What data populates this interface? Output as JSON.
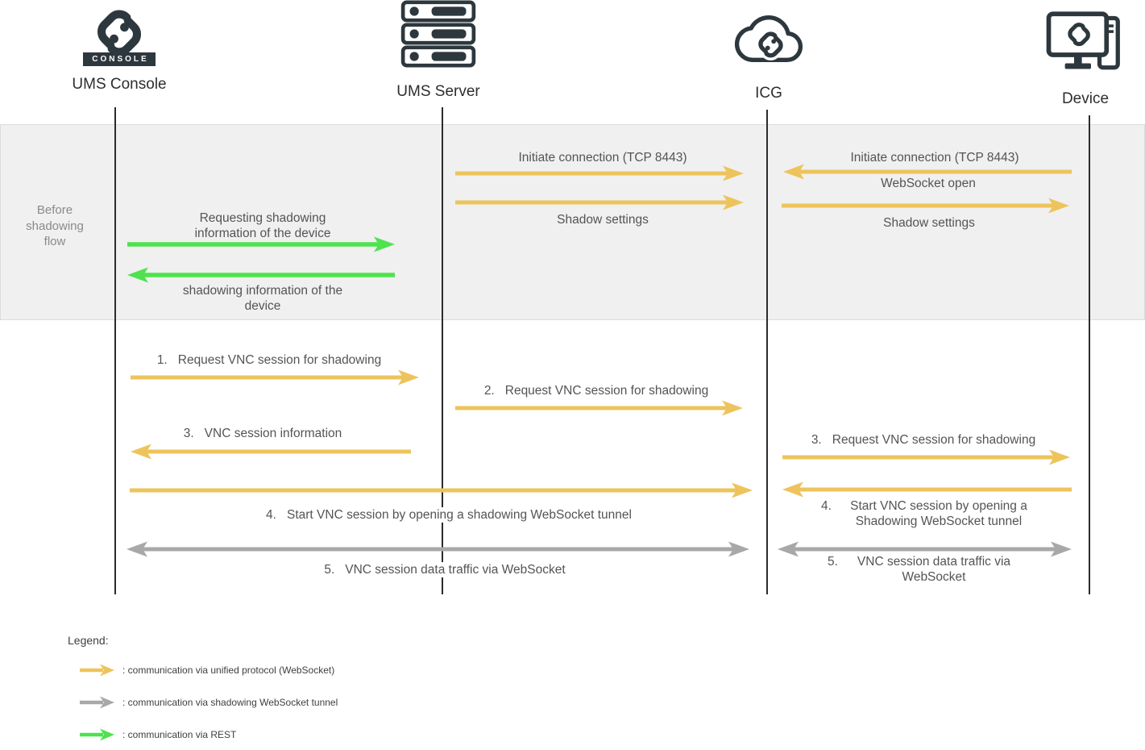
{
  "actors": [
    {
      "label": "UMS Console",
      "badge": "CONSOLE",
      "icon": "igel-chain-console-icon"
    },
    {
      "label": "UMS Server",
      "icon": "server-rack-icon"
    },
    {
      "label": "ICG",
      "icon": "cloud-chain-icon"
    },
    {
      "label": "Device",
      "icon": "desktop-device-icon"
    }
  ],
  "phase_band": {
    "label": "Before shadowing flow"
  },
  "messages": {
    "initiate_left": "Initiate connection (TCP 8443)",
    "shadow_settings_left": "Shadow settings",
    "initiate_right": "Initiate connection (TCP 8443)",
    "websocket_open": "WebSocket open",
    "shadow_settings_right": "Shadow settings",
    "request_shadow_info": "Requesting shadowing information of the device",
    "shadow_info_response": "shadowing information of the device",
    "step1": {
      "num": "1.",
      "text": "Request VNC session for shadowing"
    },
    "step2": {
      "num": "2.",
      "text": "Request VNC session for shadowing"
    },
    "step3_left": {
      "num": "3.",
      "text": "VNC session information"
    },
    "step3_right": {
      "num": "3.",
      "text": "Request VNC session for shadowing"
    },
    "step4_left": {
      "num": "4.",
      "text": "Start VNC session by opening a shadowing WebSocket tunnel"
    },
    "step4_right": {
      "num": "4.",
      "text": "Start VNC session by opening a Shadowing WebSocket tunnel"
    },
    "step5_left": {
      "num": "5.",
      "text": "VNC session data traffic via WebSocket"
    },
    "step5_right": {
      "num": "5.",
      "text": "VNC session data traffic via WebSocket"
    }
  },
  "legend": {
    "title": "Legend:",
    "items": [
      {
        "label": ": communication via unified protocol (WebSocket)",
        "color_key": "yellow",
        "icon": "yellow-arrow-icon"
      },
      {
        "label": ": communication via shadowing WebSocket tunnel",
        "color_key": "gray",
        "icon": "gray-arrow-icon"
      },
      {
        "label": ": communication via REST",
        "color_key": "green",
        "icon": "green-arrow-icon"
      }
    ]
  },
  "colors": {
    "yellow": "#EDC45C",
    "green": "#4EE24E",
    "gray": "#A8A8A8",
    "icon_dark": "#2D383E"
  }
}
